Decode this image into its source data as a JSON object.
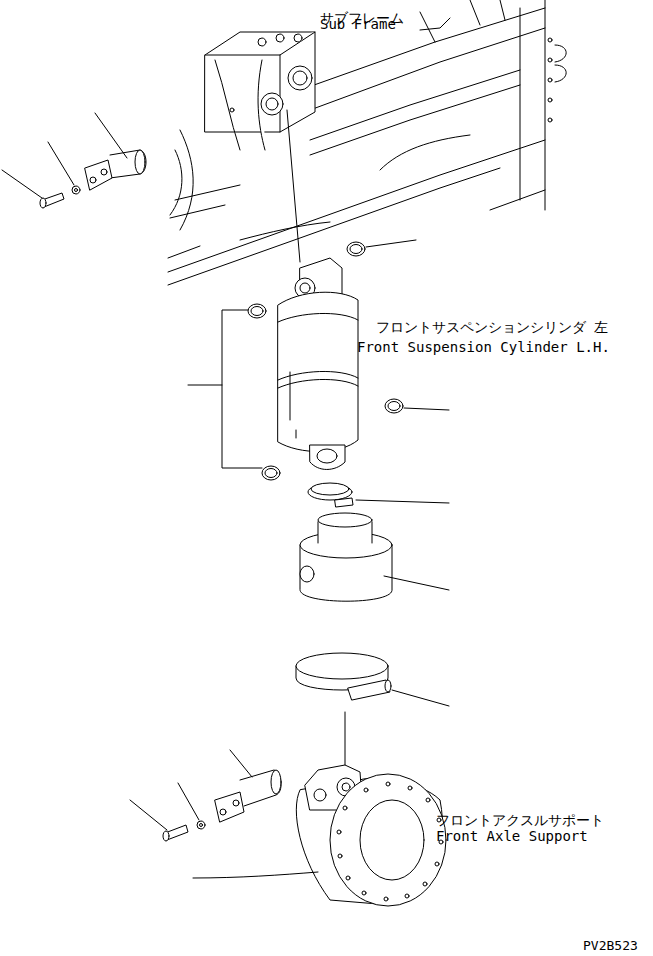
{
  "diagram": {
    "labels": [
      "サブフレーム",
      "Sub Frame",
      "フロントサスペンションシリンダ 左",
      "Front Suspension Cylinder L.H.",
      "フロントアクスルサポート",
      "Front Axle Support",
      "PV2B523"
    ]
  }
}
